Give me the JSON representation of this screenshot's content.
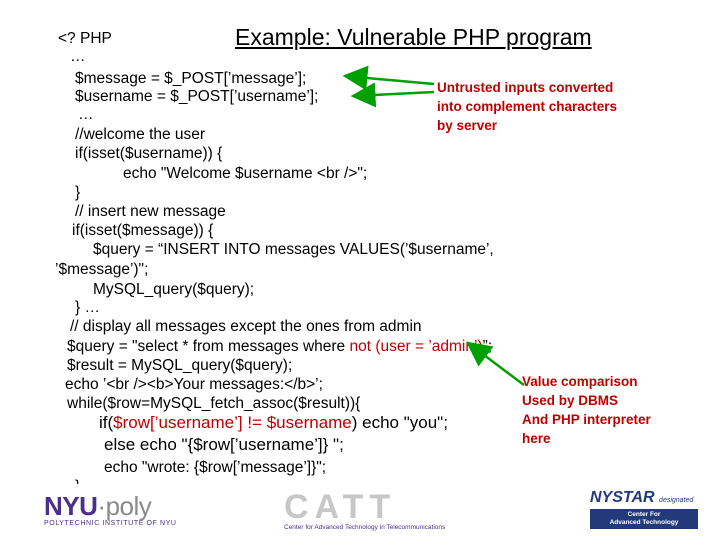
{
  "title": "Example: Vulnerable PHP program",
  "code": {
    "l1": "<? PHP",
    "l2": "…",
    "l3": "$message = $_POST[’message’];",
    "l4": "$username = $_POST[’username’];",
    "l5": "…",
    "l6": "//welcome the user",
    "l7": "if(isset($username)) {",
    "l8": "echo \"Welcome $username <br />\";",
    "l9": "}",
    "l10": "// insert new message",
    "l11": "if(isset($message)) {",
    "l12": "$query = “INSERT INTO messages VALUES(’$username’,",
    "l13": "’$message’)\";",
    "l14": "MySQL_query($query);",
    "l15": "} …",
    "l16": "// display all messages except the ones from admin",
    "l17a": "$query = \"select * from messages where ",
    "l17b": "not (user = ’admin’)",
    "l17c": "”;",
    "l18": "$result = MySQL_query($query);",
    "l19": "echo ’<br /><b>Your messages:</b>’;",
    "l20": "while($row=MySQL_fetch_assoc($result)){",
    "l21a": "if(",
    "l21b": "$row[’username’] != $username",
    "l21c": ") echo \"you\";",
    "l22": "else echo \"{$row[’username’]} \";",
    "l23": "echo \"wrote: {$row[’message’]}\";",
    "l24": "}…"
  },
  "notes": {
    "n1": [
      "Untrusted inputs converted",
      "into complement characters",
      "by server"
    ],
    "n2": [
      "Value comparison",
      "Used by DBMS",
      "And PHP interpreter",
      "here"
    ]
  },
  "footer": {
    "nyu_main": "NYU",
    "nyu_poly": "·poly",
    "nyu_sub": "POLYTECHNIC INSTITUTE OF NYU",
    "catt": "CATT",
    "catt_sub": "Center for Advanced Technology in Telecommunications",
    "nystar": "NYSTAR",
    "nystar_tag": "designated",
    "nystar_box1": "Center For",
    "nystar_box2": "Advanced Technology"
  },
  "colors": {
    "accent_red": "#c00000",
    "nyu_purple": "#4b2f8a",
    "nystar_blue": "#233a7a"
  }
}
